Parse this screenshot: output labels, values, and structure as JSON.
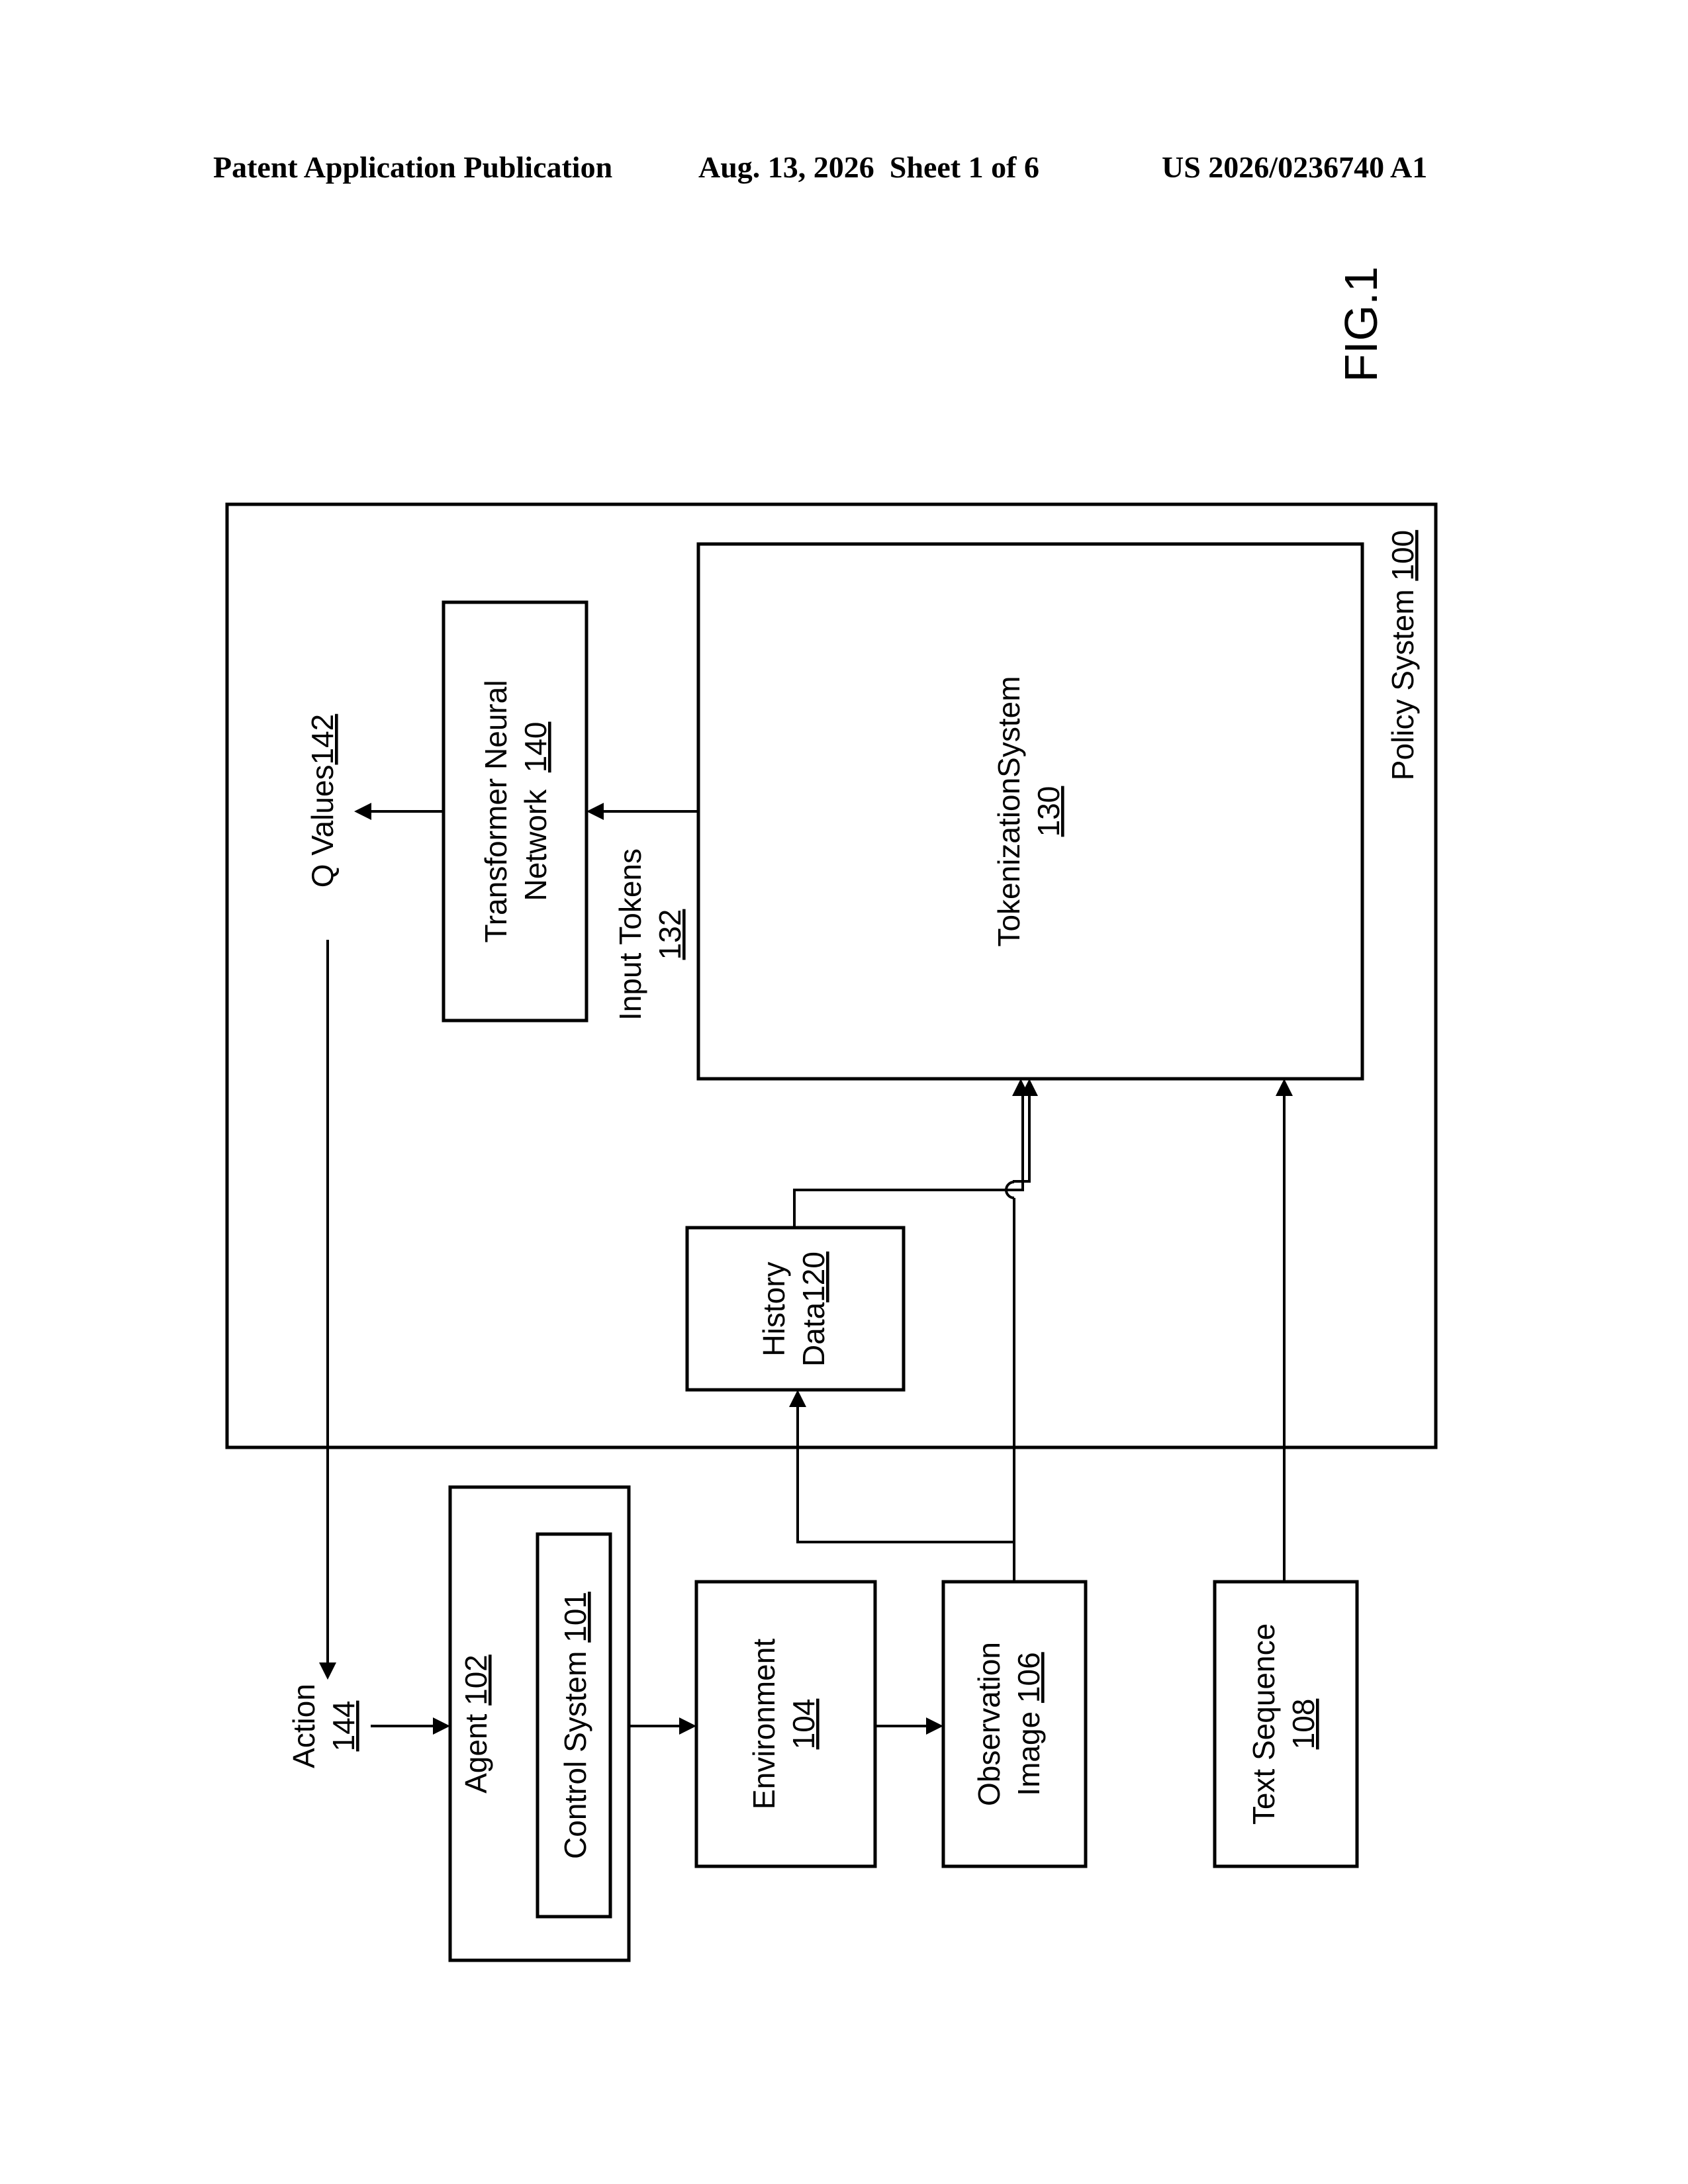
{
  "header": {
    "publication": "Patent Application Publication",
    "date_sheet": "Aug. 13, 2026  Sheet 1 of 6",
    "number": "US 2026/0236740 A1"
  },
  "figure": {
    "label": "FIG.1"
  },
  "nodes": {
    "policy_system": {
      "text": "Policy System ",
      "ref": "100"
    },
    "tokenization": {
      "text": "TokenizationSystem",
      "ref": "130"
    },
    "transformer": {
      "line1": "Transformer Neural",
      "line2": "Network  ",
      "ref": "140"
    },
    "input_tokens": {
      "text": "Input Tokens",
      "ref": "132"
    },
    "q_values": {
      "text": "Q Values",
      "ref": "142"
    },
    "history": {
      "line1": "History",
      "line2": "Data",
      "ref": "120"
    },
    "action": {
      "text": "Action",
      "ref": "144"
    },
    "agent": {
      "text": "Agent ",
      "ref": "102"
    },
    "control": {
      "text": "Control System ",
      "ref": "101"
    },
    "environment": {
      "text": "Environment",
      "ref": "104"
    },
    "observation": {
      "line1": "Observation",
      "line2": "Image ",
      "ref": "106"
    },
    "text_sequence": {
      "text": "Text Sequence",
      "ref": "108"
    }
  }
}
